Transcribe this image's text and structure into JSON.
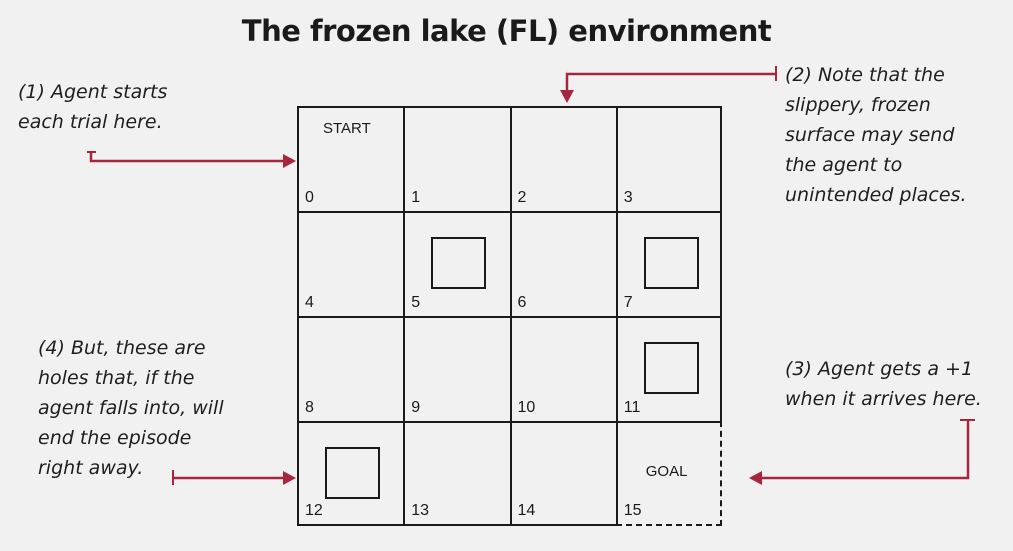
{
  "title": "The frozen lake (FL) environment",
  "cells": [
    {
      "n": "0",
      "label": "START"
    },
    {
      "n": "1"
    },
    {
      "n": "2"
    },
    {
      "n": "3"
    },
    {
      "n": "4"
    },
    {
      "n": "5",
      "hole": true
    },
    {
      "n": "6"
    },
    {
      "n": "7",
      "hole": true
    },
    {
      "n": "8"
    },
    {
      "n": "9"
    },
    {
      "n": "10"
    },
    {
      "n": "11",
      "hole": true
    },
    {
      "n": "12",
      "hole": true
    },
    {
      "n": "13"
    },
    {
      "n": "14"
    },
    {
      "n": "15",
      "label": "GOAL",
      "goal": true
    }
  ],
  "notes": {
    "n1": "(1) Agent starts\neach trial here.",
    "n2": "(2) Note that the\nslippery, frozen\nsurface may send\nthe agent to\nunintended places.",
    "n3": "(3) Agent gets a +1\nwhen it arrives here.",
    "n4": "(4) But, these are\nholes that, if the\nagent falls into, will\nend the episode\nright away."
  },
  "colors": {
    "arrow": "#a8263d",
    "grid": "#1a1a1a",
    "background": "#f1f1f2"
  }
}
